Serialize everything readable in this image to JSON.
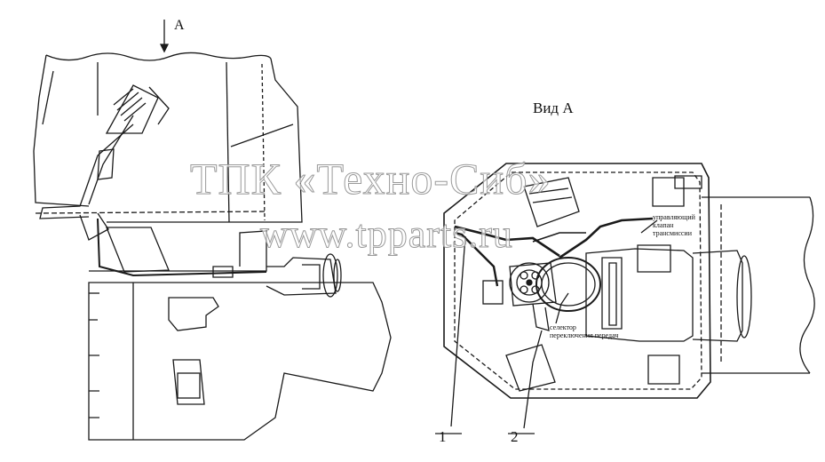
{
  "labels": {
    "arrow_label": "А",
    "view_title": "Вид А",
    "callout_1": "1",
    "callout_2": "2",
    "valve_line1": "управляющий",
    "valve_line2": "клапан",
    "valve_line3": "трансмиссии",
    "selector_line1": "селектор",
    "selector_line2": "переключения передач"
  },
  "watermark": {
    "line1": "ТПК «Техно-Сиб»",
    "line2": "www.tpparts.ru"
  },
  "colors": {
    "ink": "#1a1a1a",
    "watermark": "#9a9a9a",
    "background": "#ffffff"
  }
}
